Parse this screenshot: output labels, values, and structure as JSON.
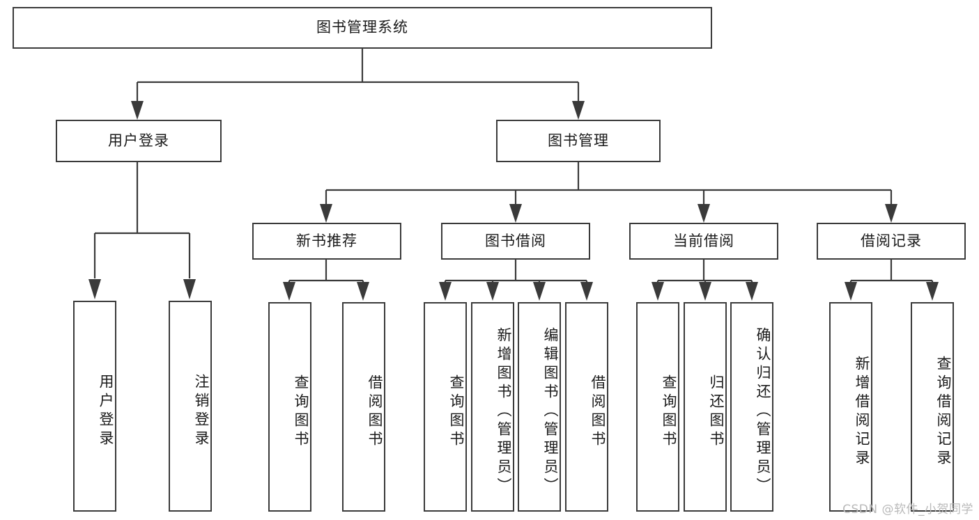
{
  "diagram": {
    "title": "图书管理系统",
    "type": "tree-hierarchy-diagram",
    "root": {
      "id": "root",
      "label": "图书管理系统",
      "orientation": "horizontal"
    },
    "level1": [
      {
        "id": "user-login",
        "label": "用户登录",
        "orientation": "horizontal"
      },
      {
        "id": "book-management",
        "label": "图书管理",
        "orientation": "horizontal"
      }
    ],
    "level2": [
      {
        "id": "new-book-recommend",
        "label": "新书推荐",
        "orientation": "horizontal",
        "parent": "book-management"
      },
      {
        "id": "book-borrow",
        "label": "图书借阅",
        "orientation": "horizontal",
        "parent": "book-management"
      },
      {
        "id": "current-borrow",
        "label": "当前借阅",
        "orientation": "horizontal",
        "parent": "book-management"
      },
      {
        "id": "borrow-record",
        "label": "借阅记录",
        "orientation": "horizontal",
        "parent": "book-management"
      }
    ],
    "leaves": [
      {
        "id": "leaf-user-login",
        "label": "用户登录",
        "parent": "user-login"
      },
      {
        "id": "leaf-logout-login",
        "label": "注销登录",
        "parent": "user-login"
      },
      {
        "id": "leaf-query-book-1",
        "label": "查询图书",
        "parent": "new-book-recommend"
      },
      {
        "id": "leaf-borrow-book-1",
        "label": "借阅图书",
        "parent": "new-book-recommend"
      },
      {
        "id": "leaf-query-book-2",
        "label": "查询图书",
        "parent": "book-borrow"
      },
      {
        "id": "leaf-add-book-admin",
        "label": "新增图书（管理员）",
        "parent": "book-borrow"
      },
      {
        "id": "leaf-edit-book-admin",
        "label": "编辑图书（管理员）",
        "parent": "book-borrow"
      },
      {
        "id": "leaf-borrow-book-2",
        "label": "借阅图书",
        "parent": "book-borrow"
      },
      {
        "id": "leaf-query-book-3",
        "label": "查询图书",
        "parent": "current-borrow"
      },
      {
        "id": "leaf-return-book",
        "label": "归还图书",
        "parent": "current-borrow"
      },
      {
        "id": "leaf-confirm-return-admin",
        "label": "确认归还（管理员）",
        "parent": "current-borrow"
      },
      {
        "id": "leaf-add-borrow-record",
        "label": "新增借阅记录",
        "parent": "borrow-record"
      },
      {
        "id": "leaf-query-borrow-record",
        "label": "查询借阅记录",
        "parent": "borrow-record"
      }
    ],
    "watermark": "CSDN @软件_小贺同学",
    "colors": {
      "stroke": "#3a3a3a",
      "background": "#ffffff",
      "text": "#1a1a1a",
      "watermark": "#b9b9b9"
    }
  }
}
